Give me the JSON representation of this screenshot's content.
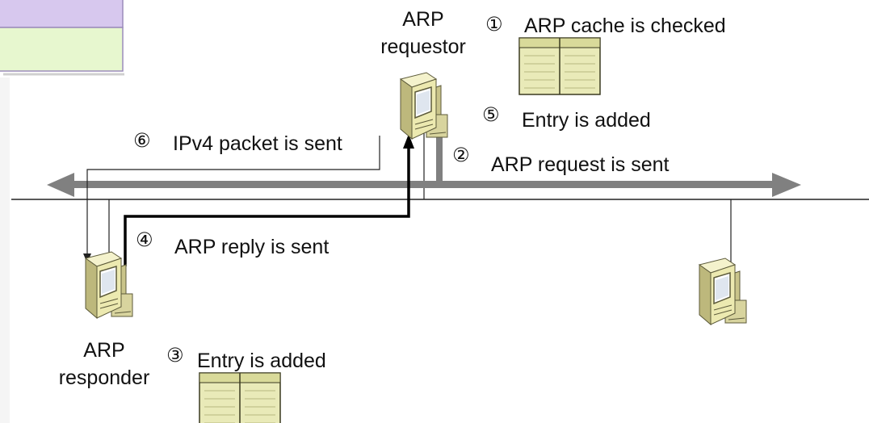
{
  "nodes": {
    "requestor": {
      "line1": "ARP",
      "line2": "requestor"
    },
    "responder": {
      "line1": "ARP",
      "line2": "responder"
    }
  },
  "steps": [
    {
      "num": "①",
      "text": "ARP cache is checked"
    },
    {
      "num": "②",
      "text": "ARP request is sent"
    },
    {
      "num": "③",
      "text": "Entry is added"
    },
    {
      "num": "④",
      "text": "ARP reply is sent"
    },
    {
      "num": "⑤",
      "text": "Entry is added"
    },
    {
      "num": "⑥",
      "text": "IPv4 packet is sent"
    }
  ],
  "colors": {
    "broadcast_arrow": "#808080",
    "computer_fill": "#ece9b0",
    "computer_dark": "#c9c48a",
    "cache_fill": "#e9eab8",
    "header_purple": "#d7c8ee",
    "header_green": "#e7f7cf"
  }
}
